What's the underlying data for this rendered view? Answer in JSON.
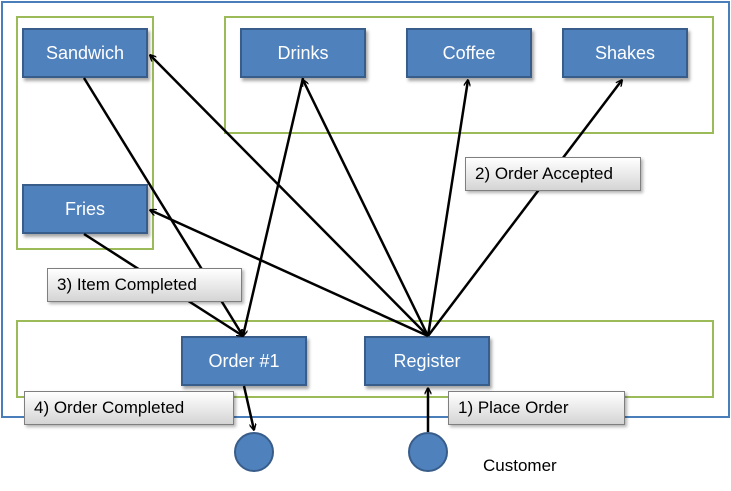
{
  "nodes": {
    "sandwich": "Sandwich",
    "drinks": "Drinks",
    "coffee": "Coffee",
    "shakes": "Shakes",
    "fries": "Fries",
    "order": "Order #1",
    "register": "Register"
  },
  "callouts": {
    "order_accepted": "2) Order Accepted",
    "item_completed": "3) Item Completed",
    "order_completed": "4) Order Completed",
    "place_order": "1) Place Order"
  },
  "customer_label": "Customer",
  "colors": {
    "node_fill": "#4f81bd",
    "group_border": "#9bbb59",
    "outer_border": "#4a7ebb"
  }
}
